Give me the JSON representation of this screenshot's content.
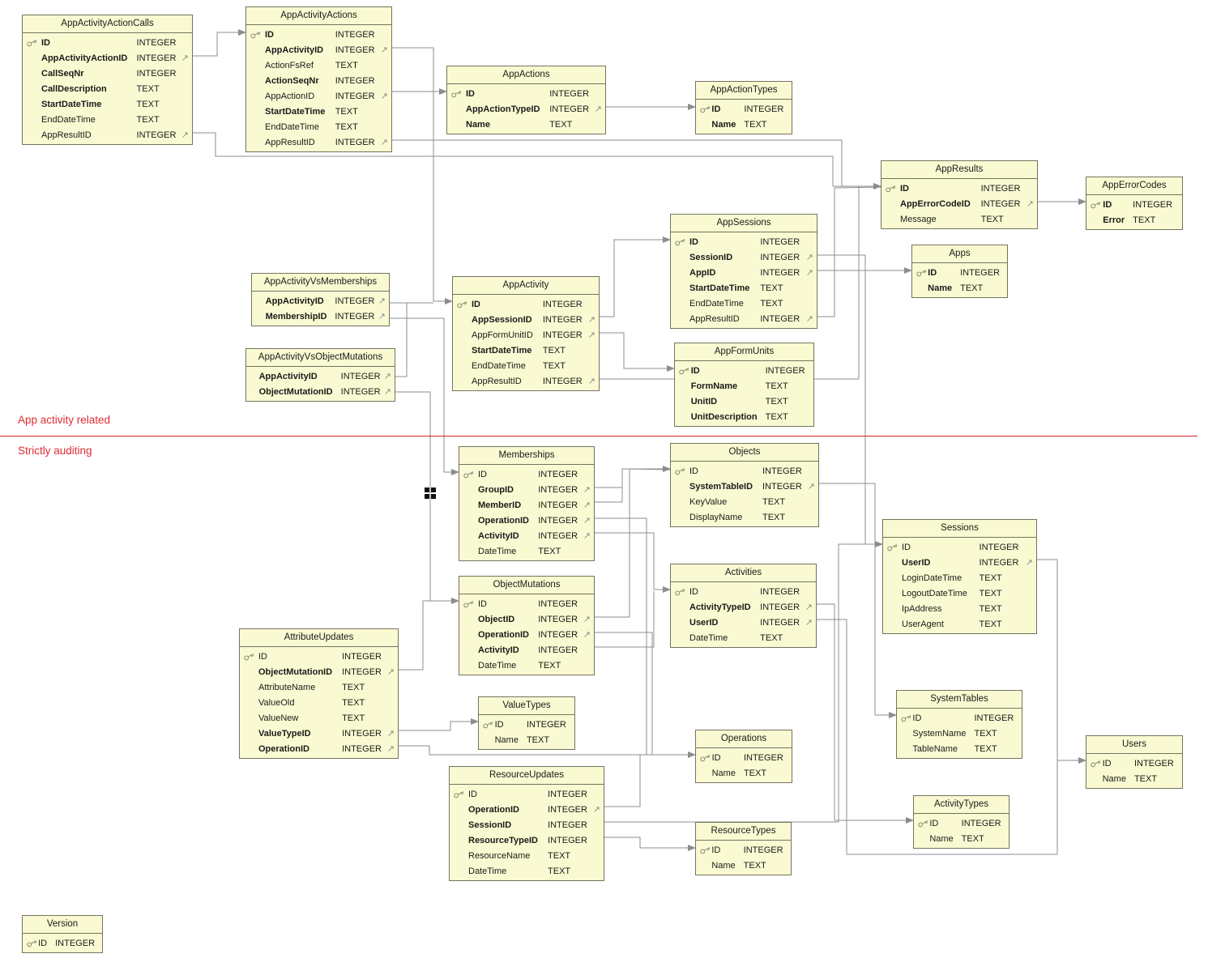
{
  "section_labels": {
    "top": "App activity related",
    "bottom": "Strictly auditing"
  },
  "colors": {
    "table_fill": "#fafad2",
    "table_border": "#73735f",
    "wire": "#8c8c8c",
    "divider_line": "#cc2222",
    "section_label": "#e12b33"
  },
  "icons": {
    "foreign_key_arrow": "↗",
    "primary_key": "key-icon",
    "junction_handle": "grid-handle-icon"
  },
  "tables": [
    {
      "name": "AppActivityActionCalls",
      "fields": [
        {
          "name": "ID",
          "type": "INTEGER",
          "key": true,
          "bold": true,
          "fk": false
        },
        {
          "name": "AppActivityActionID",
          "type": "INTEGER",
          "key": false,
          "bold": true,
          "fk": true
        },
        {
          "name": "CallSeqNr",
          "type": "INTEGER",
          "key": false,
          "bold": true,
          "fk": false
        },
        {
          "name": "CallDescription",
          "type": "TEXT",
          "key": false,
          "bold": true,
          "fk": false
        },
        {
          "name": "StartDateTime",
          "type": "TEXT",
          "key": false,
          "bold": true,
          "fk": false
        },
        {
          "name": "EndDateTime",
          "type": "TEXT",
          "key": false,
          "bold": false,
          "fk": false
        },
        {
          "name": "AppResultID",
          "type": "INTEGER",
          "key": false,
          "bold": false,
          "fk": true
        }
      ]
    },
    {
      "name": "AppActivityActions",
      "fields": [
        {
          "name": "ID",
          "type": "INTEGER",
          "key": true,
          "bold": true,
          "fk": false
        },
        {
          "name": "AppActivityID",
          "type": "INTEGER",
          "key": false,
          "bold": true,
          "fk": true
        },
        {
          "name": "ActionFsRef",
          "type": "TEXT",
          "key": false,
          "bold": false,
          "fk": false
        },
        {
          "name": "ActionSeqNr",
          "type": "INTEGER",
          "key": false,
          "bold": true,
          "fk": false
        },
        {
          "name": "AppActionID",
          "type": "INTEGER",
          "key": false,
          "bold": false,
          "fk": true
        },
        {
          "name": "StartDateTime",
          "type": "TEXT",
          "key": false,
          "bold": true,
          "fk": false
        },
        {
          "name": "EndDateTime",
          "type": "TEXT",
          "key": false,
          "bold": false,
          "fk": false
        },
        {
          "name": "AppResultID",
          "type": "INTEGER",
          "key": false,
          "bold": false,
          "fk": true
        }
      ]
    },
    {
      "name": "AppActions",
      "fields": [
        {
          "name": "ID",
          "type": "INTEGER",
          "key": true,
          "bold": true,
          "fk": false
        },
        {
          "name": "AppActionTypeID",
          "type": "INTEGER",
          "key": false,
          "bold": true,
          "fk": true
        },
        {
          "name": "Name",
          "type": "TEXT",
          "key": false,
          "bold": true,
          "fk": false
        }
      ]
    },
    {
      "name": "AppActionTypes",
      "fields": [
        {
          "name": "ID",
          "type": "INTEGER",
          "key": true,
          "bold": true,
          "fk": false
        },
        {
          "name": "Name",
          "type": "TEXT",
          "key": false,
          "bold": true,
          "fk": false
        }
      ]
    },
    {
      "name": "AppResults",
      "fields": [
        {
          "name": "ID",
          "type": "INTEGER",
          "key": true,
          "bold": true,
          "fk": false
        },
        {
          "name": "AppErrorCodeID",
          "type": "INTEGER",
          "key": false,
          "bold": true,
          "fk": true
        },
        {
          "name": "Message",
          "type": "TEXT",
          "key": false,
          "bold": false,
          "fk": false
        }
      ]
    },
    {
      "name": "AppErrorCodes",
      "fields": [
        {
          "name": "ID",
          "type": "INTEGER",
          "key": true,
          "bold": true,
          "fk": false
        },
        {
          "name": "Error",
          "type": "TEXT",
          "key": false,
          "bold": true,
          "fk": false
        }
      ]
    },
    {
      "name": "AppSessions",
      "fields": [
        {
          "name": "ID",
          "type": "INTEGER",
          "key": true,
          "bold": true,
          "fk": false
        },
        {
          "name": "SessionID",
          "type": "INTEGER",
          "key": false,
          "bold": true,
          "fk": true
        },
        {
          "name": "AppID",
          "type": "INTEGER",
          "key": false,
          "bold": true,
          "fk": true
        },
        {
          "name": "StartDateTime",
          "type": "TEXT",
          "key": false,
          "bold": true,
          "fk": false
        },
        {
          "name": "EndDateTime",
          "type": "TEXT",
          "key": false,
          "bold": false,
          "fk": false
        },
        {
          "name": "AppResultID",
          "type": "INTEGER",
          "key": false,
          "bold": false,
          "fk": true
        }
      ]
    },
    {
      "name": "Apps",
      "fields": [
        {
          "name": "ID",
          "type": "INTEGER",
          "key": true,
          "bold": true,
          "fk": false
        },
        {
          "name": "Name",
          "type": "TEXT",
          "key": false,
          "bold": true,
          "fk": false
        }
      ]
    },
    {
      "name": "AppActivityVsMemberships",
      "fields": [
        {
          "name": "AppActivityID",
          "type": "INTEGER",
          "key": false,
          "bold": true,
          "fk": true
        },
        {
          "name": "MembershipID",
          "type": "INTEGER",
          "key": false,
          "bold": true,
          "fk": true
        }
      ]
    },
    {
      "name": "AppActivityVsObjectMutations",
      "fields": [
        {
          "name": "AppActivityID",
          "type": "INTEGER",
          "key": false,
          "bold": true,
          "fk": true
        },
        {
          "name": "ObjectMutationID",
          "type": "INTEGER",
          "key": false,
          "bold": true,
          "fk": true
        }
      ]
    },
    {
      "name": "AppActivity",
      "fields": [
        {
          "name": "ID",
          "type": "INTEGER",
          "key": true,
          "bold": true,
          "fk": false
        },
        {
          "name": "AppSessionID",
          "type": "INTEGER",
          "key": false,
          "bold": true,
          "fk": true
        },
        {
          "name": "AppFormUnitID",
          "type": "INTEGER",
          "key": false,
          "bold": false,
          "fk": true
        },
        {
          "name": "StartDateTime",
          "type": "TEXT",
          "key": false,
          "bold": true,
          "fk": false
        },
        {
          "name": "EndDateTime",
          "type": "TEXT",
          "key": false,
          "bold": false,
          "fk": false
        },
        {
          "name": "AppResultID",
          "type": "INTEGER",
          "key": false,
          "bold": false,
          "fk": true
        }
      ]
    },
    {
      "name": "AppFormUnits",
      "fields": [
        {
          "name": "ID",
          "type": "INTEGER",
          "key": true,
          "bold": true,
          "fk": false
        },
        {
          "name": "FormName",
          "type": "TEXT",
          "key": false,
          "bold": true,
          "fk": false
        },
        {
          "name": "UnitID",
          "type": "TEXT",
          "key": false,
          "bold": true,
          "fk": false
        },
        {
          "name": "UnitDescription",
          "type": "TEXT",
          "key": false,
          "bold": true,
          "fk": false
        }
      ]
    },
    {
      "name": "Memberships",
      "fields": [
        {
          "name": "ID",
          "type": "INTEGER",
          "key": true,
          "bold": false,
          "fk": false
        },
        {
          "name": "GroupID",
          "type": "INTEGER",
          "key": false,
          "bold": true,
          "fk": true
        },
        {
          "name": "MemberID",
          "type": "INTEGER",
          "key": false,
          "bold": true,
          "fk": true
        },
        {
          "name": "OperationID",
          "type": "INTEGER",
          "key": false,
          "bold": true,
          "fk": true
        },
        {
          "name": "ActivityID",
          "type": "INTEGER",
          "key": false,
          "bold": true,
          "fk": true
        },
        {
          "name": "DateTime",
          "type": "TEXT",
          "key": false,
          "bold": false,
          "fk": false
        }
      ]
    },
    {
      "name": "Objects",
      "fields": [
        {
          "name": "ID",
          "type": "INTEGER",
          "key": true,
          "bold": false,
          "fk": false
        },
        {
          "name": "SystemTableID",
          "type": "INTEGER",
          "key": false,
          "bold": true,
          "fk": true
        },
        {
          "name": "KeyValue",
          "type": "TEXT",
          "key": false,
          "bold": false,
          "fk": false
        },
        {
          "name": "DisplayName",
          "type": "TEXT",
          "key": false,
          "bold": false,
          "fk": false
        }
      ]
    },
    {
      "name": "ObjectMutations",
      "fields": [
        {
          "name": "ID",
          "type": "INTEGER",
          "key": true,
          "bold": false,
          "fk": false
        },
        {
          "name": "ObjectID",
          "type": "INTEGER",
          "key": false,
          "bold": true,
          "fk": true
        },
        {
          "name": "OperationID",
          "type": "INTEGER",
          "key": false,
          "bold": true,
          "fk": true
        },
        {
          "name": "ActivityID",
          "type": "INTEGER",
          "key": false,
          "bold": true,
          "fk": false
        },
        {
          "name": "DateTime",
          "type": "TEXT",
          "key": false,
          "bold": false,
          "fk": false
        }
      ]
    },
    {
      "name": "Activities",
      "fields": [
        {
          "name": "ID",
          "type": "INTEGER",
          "key": true,
          "bold": false,
          "fk": false
        },
        {
          "name": "ActivityTypeID",
          "type": "INTEGER",
          "key": false,
          "bold": true,
          "fk": true
        },
        {
          "name": "UserID",
          "type": "INTEGER",
          "key": false,
          "bold": true,
          "fk": true
        },
        {
          "name": "DateTime",
          "type": "TEXT",
          "key": false,
          "bold": false,
          "fk": false
        }
      ]
    },
    {
      "name": "Sessions",
      "fields": [
        {
          "name": "ID",
          "type": "INTEGER",
          "key": true,
          "bold": false,
          "fk": false
        },
        {
          "name": "UserID",
          "type": "INTEGER",
          "key": false,
          "bold": true,
          "fk": true
        },
        {
          "name": "LoginDateTime",
          "type": "TEXT",
          "key": false,
          "bold": false,
          "fk": false
        },
        {
          "name": "LogoutDateTime",
          "type": "TEXT",
          "key": false,
          "bold": false,
          "fk": false
        },
        {
          "name": "IpAddress",
          "type": "TEXT",
          "key": false,
          "bold": false,
          "fk": false
        },
        {
          "name": "UserAgent",
          "type": "TEXT",
          "key": false,
          "bold": false,
          "fk": false
        }
      ]
    },
    {
      "name": "AttributeUpdates",
      "fields": [
        {
          "name": "ID",
          "type": "INTEGER",
          "key": true,
          "bold": false,
          "fk": false
        },
        {
          "name": "ObjectMutationID",
          "type": "INTEGER",
          "key": false,
          "bold": true,
          "fk": true
        },
        {
          "name": "AttributeName",
          "type": "TEXT",
          "key": false,
          "bold": false,
          "fk": false
        },
        {
          "name": "ValueOld",
          "type": "TEXT",
          "key": false,
          "bold": false,
          "fk": false
        },
        {
          "name": "ValueNew",
          "type": "TEXT",
          "key": false,
          "bold": false,
          "fk": false
        },
        {
          "name": "ValueTypeID",
          "type": "INTEGER",
          "key": false,
          "bold": true,
          "fk": true
        },
        {
          "name": "OperationID",
          "type": "INTEGER",
          "key": false,
          "bold": true,
          "fk": true
        }
      ]
    },
    {
      "name": "ValueTypes",
      "fields": [
        {
          "name": "ID",
          "type": "INTEGER",
          "key": true,
          "bold": false,
          "fk": false
        },
        {
          "name": "Name",
          "type": "TEXT",
          "key": false,
          "bold": false,
          "fk": false
        }
      ]
    },
    {
      "name": "Operations",
      "fields": [
        {
          "name": "ID",
          "type": "INTEGER",
          "key": true,
          "bold": false,
          "fk": false
        },
        {
          "name": "Name",
          "type": "TEXT",
          "key": false,
          "bold": false,
          "fk": false
        }
      ]
    },
    {
      "name": "ResourceUpdates",
      "fields": [
        {
          "name": "ID",
          "type": "INTEGER",
          "key": true,
          "bold": false,
          "fk": false
        },
        {
          "name": "OperationID",
          "type": "INTEGER",
          "key": false,
          "bold": true,
          "fk": true
        },
        {
          "name": "SessionID",
          "type": "INTEGER",
          "key": false,
          "bold": true,
          "fk": false
        },
        {
          "name": "ResourceTypeID",
          "type": "INTEGER",
          "key": false,
          "bold": true,
          "fk": false
        },
        {
          "name": "ResourceName",
          "type": "TEXT",
          "key": false,
          "bold": false,
          "fk": false
        },
        {
          "name": "DateTime",
          "type": "TEXT",
          "key": false,
          "bold": false,
          "fk": false
        }
      ]
    },
    {
      "name": "ResourceTypes",
      "fields": [
        {
          "name": "ID",
          "type": "INTEGER",
          "key": true,
          "bold": false,
          "fk": false
        },
        {
          "name": "Name",
          "type": "TEXT",
          "key": false,
          "bold": false,
          "fk": false
        }
      ]
    },
    {
      "name": "SystemTables",
      "fields": [
        {
          "name": "ID",
          "type": "INTEGER",
          "key": true,
          "bold": false,
          "fk": false
        },
        {
          "name": "SystemName",
          "type": "TEXT",
          "key": false,
          "bold": false,
          "fk": false
        },
        {
          "name": "TableName",
          "type": "TEXT",
          "key": false,
          "bold": false,
          "fk": false
        }
      ]
    },
    {
      "name": "ActivityTypes",
      "fields": [
        {
          "name": "ID",
          "type": "INTEGER",
          "key": true,
          "bold": false,
          "fk": false
        },
        {
          "name": "Name",
          "type": "TEXT",
          "key": false,
          "bold": false,
          "fk": false
        }
      ]
    },
    {
      "name": "Users",
      "fields": [
        {
          "name": "ID",
          "type": "INTEGER",
          "key": true,
          "bold": false,
          "fk": false
        },
        {
          "name": "Name",
          "type": "TEXT",
          "key": false,
          "bold": false,
          "fk": false
        }
      ]
    },
    {
      "name": "Version",
      "fields": [
        {
          "name": "ID",
          "type": "INTEGER",
          "key": true,
          "bold": false,
          "fk": false
        }
      ]
    }
  ],
  "relationships": [
    "AppActivityActionCalls.AppActivityActionID -> AppActivityActions.ID",
    "AppActivityActionCalls.AppResultID -> AppResults.ID",
    "AppActivityActions.AppActivityID -> AppActivity.ID",
    "AppActivityActions.AppActionID -> AppActions.ID",
    "AppActivityActions.AppResultID -> AppResults.ID",
    "AppActions.AppActionTypeID -> AppActionTypes.ID",
    "AppResults.AppErrorCodeID -> AppErrorCodes.ID",
    "AppSessions.SessionID -> Sessions.ID",
    "AppSessions.AppID -> Apps.ID",
    "AppSessions.AppResultID -> AppResults.ID",
    "AppActivity.AppSessionID -> AppSessions.ID",
    "AppActivity.AppFormUnitID -> AppFormUnits.ID",
    "AppActivity.AppResultID -> AppResults.ID",
    "AppActivityVsMemberships.AppActivityID -> AppActivity.ID",
    "AppActivityVsMemberships.MembershipID -> Memberships.ID",
    "AppActivityVsObjectMutations.AppActivityID -> AppActivity.ID",
    "AppActivityVsObjectMutations.ObjectMutationID -> ObjectMutations.ID",
    "Memberships.GroupID -> Objects.ID",
    "Memberships.MemberID -> Objects.ID",
    "Memberships.OperationID -> Operations.ID",
    "Memberships.ActivityID -> Activities.ID",
    "Objects.SystemTableID -> SystemTables.ID",
    "ObjectMutations.ObjectID -> Objects.ID",
    "ObjectMutations.OperationID -> Operations.ID",
    "ObjectMutations.ActivityID -> Activities.ID",
    "Activities.ActivityTypeID -> ActivityTypes.ID",
    "Activities.UserID -> Users.ID",
    "Sessions.UserID -> Users.ID",
    "AttributeUpdates.ObjectMutationID -> ObjectMutations.ID",
    "AttributeUpdates.ValueTypeID -> ValueTypes.ID",
    "AttributeUpdates.OperationID -> Operations.ID",
    "ResourceUpdates.OperationID -> Operations.ID",
    "ResourceUpdates.SessionID -> Sessions.ID",
    "ResourceUpdates.ResourceTypeID -> ResourceTypes.ID"
  ]
}
